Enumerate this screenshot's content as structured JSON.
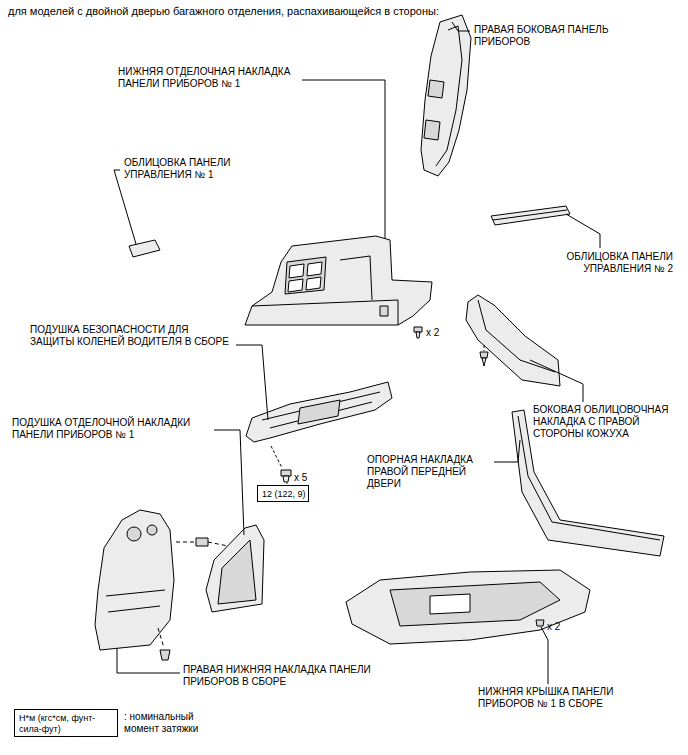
{
  "diagram": {
    "title": "для моделей с двойной дверью багажного отделения, распахивающейся в стороны:",
    "nodes": [
      {
        "text": [
          "12 (122, 9)"
        ]
      },
      {
        "text": [
          "Н*м (кгс*см, фунт-сила-фут)"
        ]
      }
    ],
    "labels": [
      "ПРАВАЯ БОКОВАЯ ПАНЕЛЬ ПРИБОРОВ",
      "НИЖНЯЯ ОТДЕЛОЧНАЯ НАКЛАДКА ПАНЕЛИ ПРИБОРОВ № 1",
      "ОБЛИЦОВКА ПАНЕЛИ УПРАВЛЕНИЯ № 1",
      "ОБЛИЦОВКА ПАНЕЛИ УПРАВЛЕНИЯ № 2",
      "x 2",
      "ПОДУШКА БЕЗОПАСНОСТИ ДЛЯ ЗАЩИТЫ КОЛЕНЕЙ ВОДИТЕЛЯ В СБОРЕ",
      "БОКОВАЯ ОБЛИЦОВОЧНАЯ НАКЛАДКА С ПРАВОЙ СТОРОНЫ КОЖУХА",
      "ПОДУШКА ОТДЕЛОЧНОЙ НАКЛАДКИ ПАНЕЛИ ПРИБОРОВ № 1",
      "ОПОРНАЯ НАКЛАДКА ПРАВОЙ ПЕРЕДНЕЙ ДВЕРИ",
      "x 5",
      "x 2",
      "ПРАВАЯ НИЖНЯЯ НАКЛАДКА ПАНЕЛИ ПРИБОРОВ В СБОРЕ",
      "НИЖНЯЯ КРЫШКА ПАНЕЛИ ПРИБОРОВ № 1 В СБОРЕ",
      ": номинальный момент затяжки"
    ]
  }
}
